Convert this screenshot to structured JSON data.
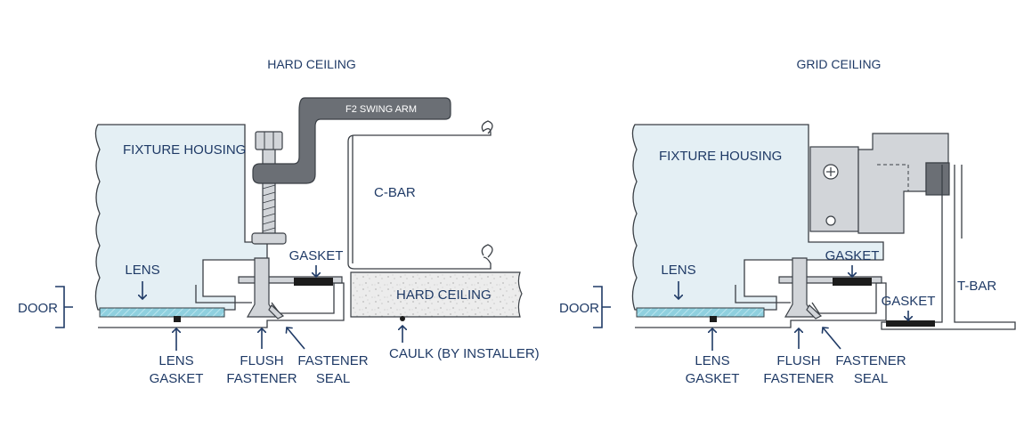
{
  "titles": {
    "hard": "HARD CEILING",
    "grid": "GRID CEILING"
  },
  "labels": {
    "swing_arm": "F2 SWING ARM",
    "fixture_housing": "FIXTURE HOUSING",
    "c_bar": "C-BAR",
    "gasket": "GASKET",
    "lens": "LENS",
    "door": "DOOR",
    "hard_ceiling": "HARD CEILING",
    "lens_gasket_1": "LENS",
    "lens_gasket_2": "GASKET",
    "flush_fastener_1": "FLUSH",
    "flush_fastener_2": "FASTENER",
    "fastener_seal_1": "FASTENER",
    "fastener_seal_2": "SEAL",
    "caulk": "CAULK (BY INSTALLER)",
    "t_bar": "T-BAR"
  },
  "colors": {
    "label_text": "#1f3a66",
    "housing_fill": "#e4eff4",
    "lens_fill": "#8fd0df",
    "metal": "#d2d5d9",
    "metal_dark": "#6b6f75",
    "gasket": "#1c1c1c",
    "ceiling_fill": "#ececec"
  }
}
